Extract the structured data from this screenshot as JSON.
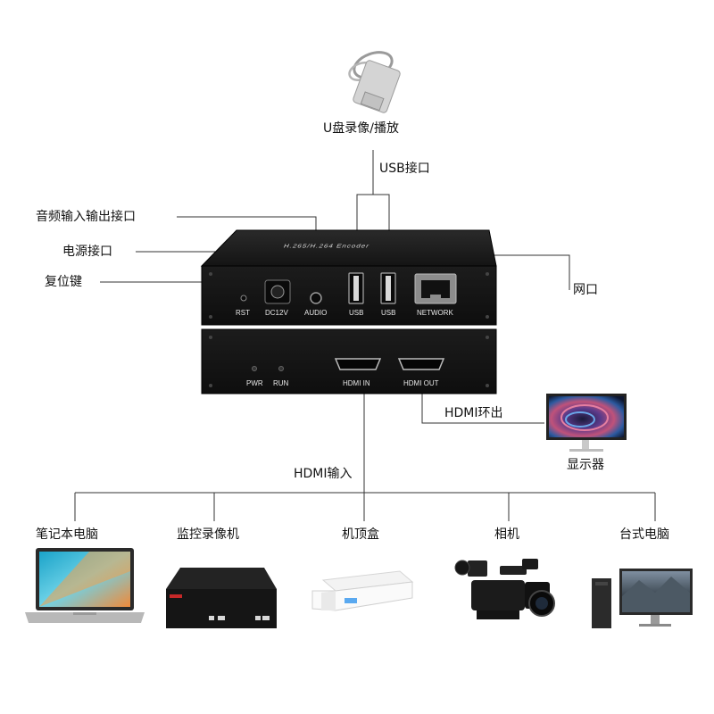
{
  "labels": {
    "usb_drive": "U盘录像/播放",
    "usb_port": "USB接口",
    "audio": "音频输入输出接口",
    "power": "电源接口",
    "reset": "复位键",
    "network": "网口",
    "hdmi_loop": "HDMI环出",
    "monitor": "显示器",
    "hdmi_input": "HDMI输入"
  },
  "device": {
    "title": "H.265/H.264 Encoder",
    "rear_ports": [
      "RST",
      "DC12V",
      "AUDIO",
      "USB",
      "USB",
      "NETWORK"
    ],
    "front_ports": [
      "PWR",
      "RUN",
      "HDMI IN",
      "HDMI OUT"
    ]
  },
  "sources": [
    {
      "label": "笔记本电脑",
      "icon": "laptop-icon"
    },
    {
      "label": "监控录像机",
      "icon": "nvr-icon"
    },
    {
      "label": "机顶盒",
      "icon": "set-top-box-icon"
    },
    {
      "label": "相机",
      "icon": "camcorder-icon"
    },
    {
      "label": "台式电脑",
      "icon": "desktop-pc-icon"
    }
  ],
  "colors": {
    "device": "#1b1b1b",
    "line": "#333333",
    "screen_accent": "#c0527a"
  }
}
